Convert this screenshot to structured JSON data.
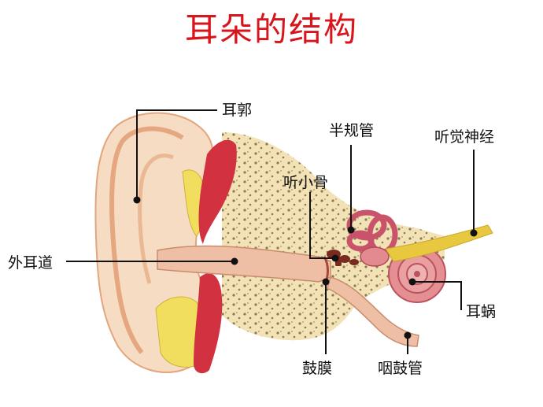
{
  "title": "耳朵的结构",
  "colors": {
    "title": "#d8141c",
    "skin": "#f7dcc4",
    "skin_shadow": "#e7b48f",
    "ear_canal": "#eebfa4",
    "bone": "#f2e2b6",
    "bone_dots": "#8a7a55",
    "fat_yellow": "#f1de5e",
    "muscle_red": "#d2323f",
    "ossicle": "#7a2a1f",
    "canals": "#c9536a",
    "cochlea": "#e58f92",
    "nerve": "#e8c83f",
    "leader": "#111111"
  },
  "labels": {
    "auricle": "耳郭",
    "semicircular_canals": "半规管",
    "auditory_nerve": "听觉神经",
    "ossicles": "听小骨",
    "ear_canal": "外耳道",
    "cochlea": "耳蜗",
    "eardrum": "鼓膜",
    "eustachian_tube": "咽鼓管"
  }
}
